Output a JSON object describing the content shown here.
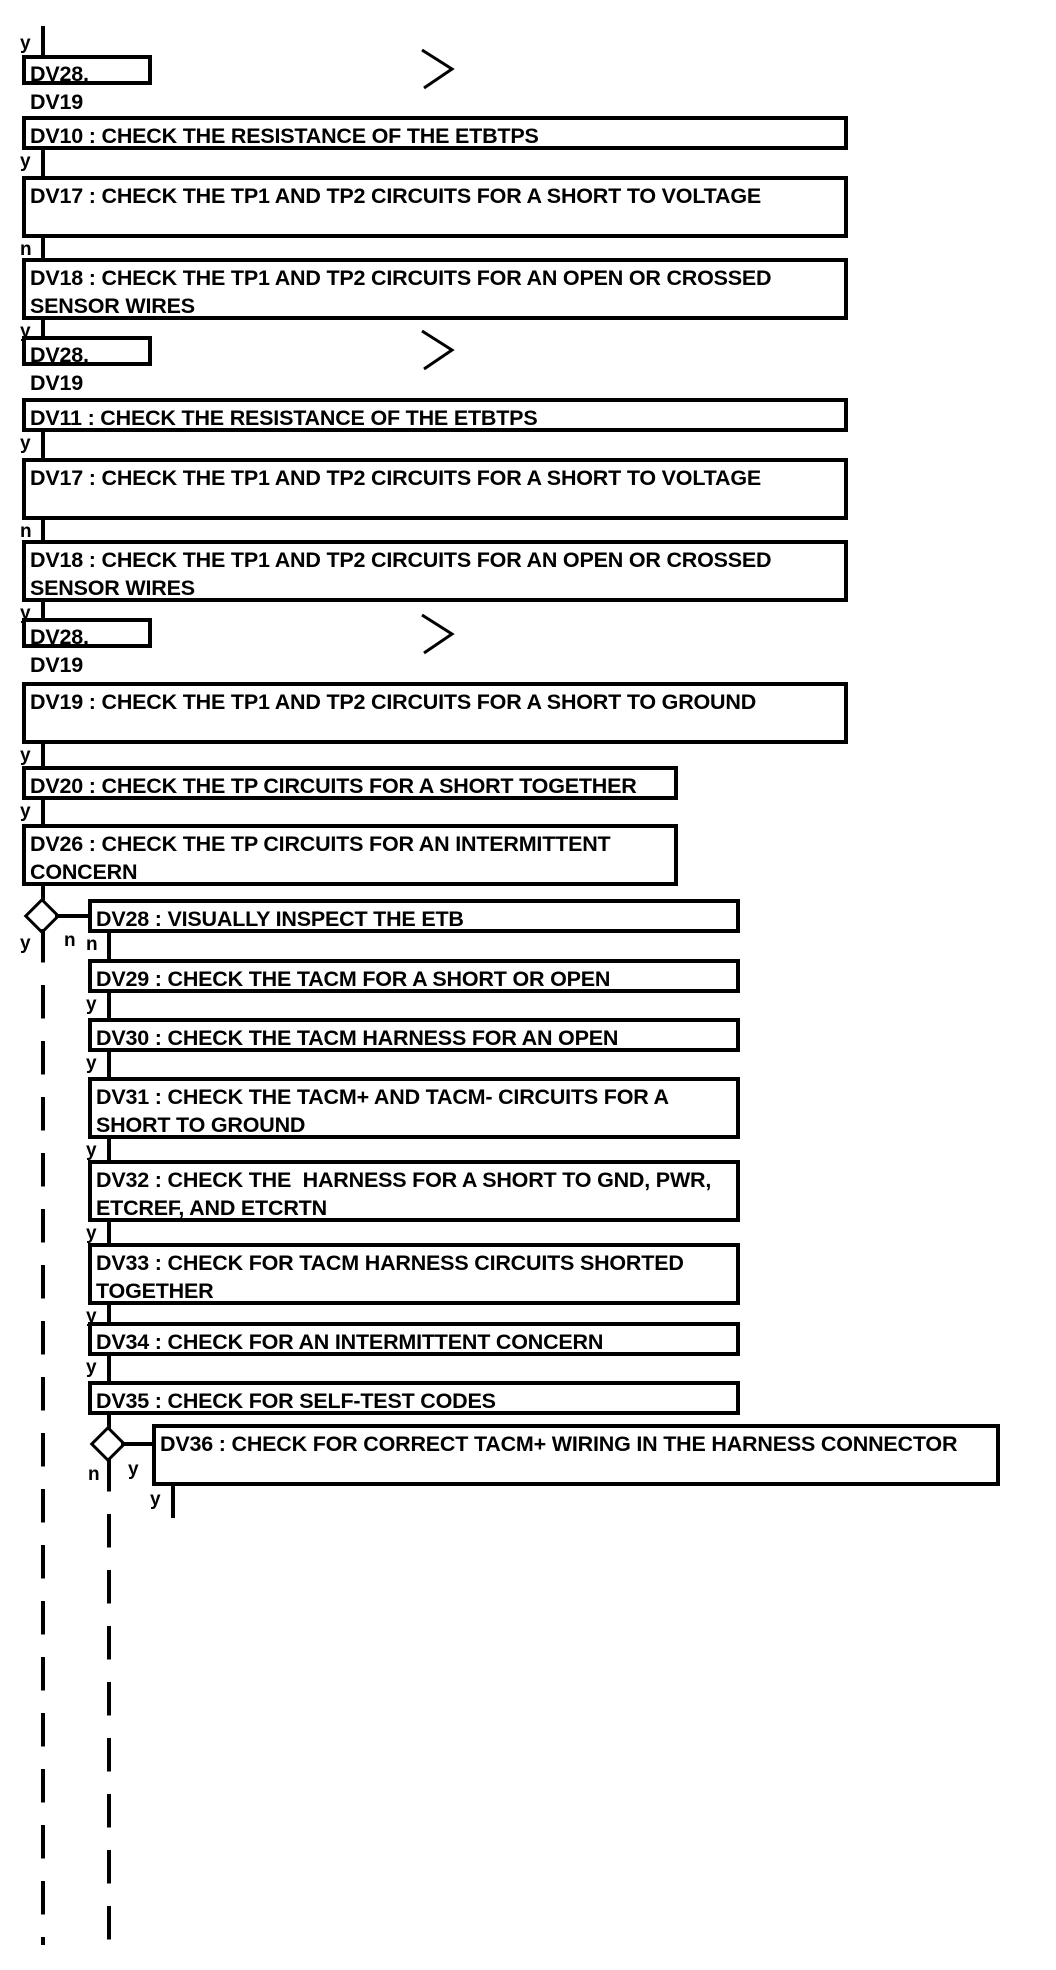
{
  "diagram": {
    "type": "flowchart",
    "title": "ETB / TACM diagnostic flowchart (continued)",
    "orientation": "top-to-bottom",
    "nodes": [
      {
        "id": "ref1",
        "kind": "reference",
        "label": "DV28, DV19"
      },
      {
        "id": "DV10",
        "kind": "step",
        "label": "DV10 : CHECK THE RESISTANCE OF THE ETBTPS"
      },
      {
        "id": "DV17a",
        "kind": "step",
        "label": "DV17 : CHECK THE TP1 AND TP2 CIRCUITS FOR A SHORT TO VOLTAGE"
      },
      {
        "id": "DV18a",
        "kind": "step",
        "label": "DV18 : CHECK THE TP1 AND TP2 CIRCUITS FOR AN OPEN OR CROSSED SENSOR WIRES"
      },
      {
        "id": "ref2",
        "kind": "reference",
        "label": "DV28, DV19"
      },
      {
        "id": "DV11",
        "kind": "step",
        "label": "DV11 : CHECK THE RESISTANCE OF THE ETBTPS"
      },
      {
        "id": "DV17b",
        "kind": "step",
        "label": "DV17 : CHECK THE TP1 AND TP2 CIRCUITS FOR A SHORT TO VOLTAGE"
      },
      {
        "id": "DV18b",
        "kind": "step",
        "label": "DV18 : CHECK THE TP1 AND TP2 CIRCUITS FOR AN OPEN OR CROSSED SENSOR WIRES"
      },
      {
        "id": "ref3",
        "kind": "reference",
        "label": "DV28, DV19"
      },
      {
        "id": "DV19",
        "kind": "step",
        "label": "DV19 : CHECK THE TP1 AND TP2 CIRCUITS FOR A SHORT TO GROUND"
      },
      {
        "id": "DV20",
        "kind": "step",
        "label": "DV20 : CHECK THE TP CIRCUITS FOR A SHORT TOGETHER"
      },
      {
        "id": "DV26",
        "kind": "step",
        "label": "DV26 : CHECK THE TP CIRCUITS FOR AN INTERMITTENT CONCERN"
      },
      {
        "id": "dec1",
        "kind": "decision",
        "label": ""
      },
      {
        "id": "DV28",
        "kind": "step",
        "label": "DV28 : VISUALLY INSPECT THE ETB"
      },
      {
        "id": "DV29",
        "kind": "step",
        "label": "DV29 : CHECK THE TACM FOR A SHORT OR OPEN"
      },
      {
        "id": "DV30",
        "kind": "step",
        "label": "DV30 : CHECK THE TACM HARNESS FOR AN OPEN"
      },
      {
        "id": "DV31",
        "kind": "step",
        "label": "DV31 : CHECK THE TACM+ AND TACM- CIRCUITS FOR A SHORT TO GROUND"
      },
      {
        "id": "DV32",
        "kind": "step",
        "label": "DV32 : CHECK THE  HARNESS FOR A SHORT TO GND, PWR, ETCREF, AND ETCRTN"
      },
      {
        "id": "DV33",
        "kind": "step",
        "label": "DV33 : CHECK FOR TACM HARNESS CIRCUITS SHORTED TOGETHER"
      },
      {
        "id": "DV34",
        "kind": "step",
        "label": "DV34 : CHECK FOR AN INTERMITTENT CONCERN"
      },
      {
        "id": "DV35",
        "kind": "step",
        "label": "DV35 : CHECK FOR SELF-TEST CODES"
      },
      {
        "id": "dec2",
        "kind": "decision",
        "label": ""
      },
      {
        "id": "DV36",
        "kind": "step",
        "label": "DV36 : CHECK FOR CORRECT TACM+ WIRING IN THE HARNESS CONNECTOR"
      }
    ],
    "edge_labels": {
      "top_incoming": "y",
      "dv10_to_dv17a": "y",
      "dv17a_to_dv18a": "n",
      "dv18a_to_ref2": "y",
      "dv11_to_dv17b": "y",
      "dv17b_to_dv18b": "n",
      "dv18b_to_ref3": "y",
      "dv19_to_dv20": "y",
      "dv20_to_dv26": "y",
      "dec1_no": "n",
      "dec1_yes": "y",
      "dv28_to_dv29": "n",
      "dv29_to_dv30": "y",
      "dv30_to_dv31": "y",
      "dv31_to_dv32": "y",
      "dv32_to_dv33": "y",
      "dv33_to_dv34": "y",
      "dv34_to_dv35": "y",
      "dec2_yes": "y",
      "dec2_no": "n",
      "dv36_out": "y"
    },
    "markers": {
      "continue_chevron": "chevron-right-marker",
      "count": 3
    },
    "colors": {
      "stroke": "#000000",
      "fill": "#ffffff",
      "text": "#000000"
    }
  }
}
